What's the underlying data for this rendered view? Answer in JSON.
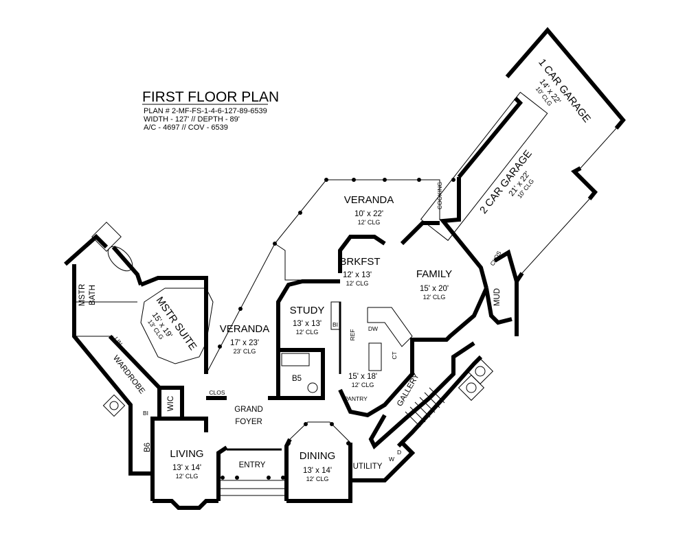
{
  "title": "FIRST FLOOR PLAN",
  "info": {
    "plan": "PLAN # 2-MF-FS-1-4-6-127-89-6539",
    "size": "WIDTH - 127' // DEPTH - 89'",
    "area": "A/C - 4697 // COV - 6539"
  },
  "rooms": {
    "veranda_rear": {
      "name": "VERANDA",
      "dim": "10' x 22'",
      "clg": "12' CLG"
    },
    "brkfst": {
      "name": "BRKFST",
      "dim": "12' x 13'",
      "clg": "12' CLG"
    },
    "family": {
      "name": "FAMILY",
      "dim": "15' x 20'",
      "clg": "12' CLG"
    },
    "study": {
      "name": "STUDY",
      "dim": "13' x 13'",
      "clg": "12' CLG"
    },
    "veranda_side": {
      "name": "VERANDA",
      "dim": "17' x 23'",
      "clg": "23' CLG"
    },
    "mstr_suite": {
      "name": "MSTR SUITE",
      "dim": "15' x 19'",
      "clg": "13' CLG"
    },
    "mstr_bath": {
      "name1": "MSTR",
      "name2": "BATH"
    },
    "wardrobe": {
      "name": "WARDROBE"
    },
    "wic": {
      "name": "WIC"
    },
    "kitchen": {
      "dim": "15' x 18'",
      "clg": "12' CLG"
    },
    "pantry": {
      "name": "PANTRY"
    },
    "gallery": {
      "name": "GALLERY"
    },
    "grand_foyer": {
      "name1": "GRAND",
      "name2": "FOYER"
    },
    "living": {
      "name": "LIVING",
      "dim": "13' x 14'",
      "clg": "12' CLG"
    },
    "entry": {
      "name": "ENTRY"
    },
    "dining": {
      "name": "DINING",
      "dim": "13' x 14'",
      "clg": "12' CLG"
    },
    "utility": {
      "name": "UTILITY"
    },
    "b5": {
      "name": "B5"
    },
    "b6": {
      "name": "B6"
    },
    "clos_foyer": {
      "name": "CLOS"
    },
    "clos_mud": {
      "name": "CLOS"
    },
    "mud": {
      "name": "MUD"
    },
    "cooking": {
      "name": "COOKING"
    },
    "garage1": {
      "name": "1 CAR GARAGE",
      "dim": "14' x 22'",
      "clg": "10' CLG"
    },
    "garage2": {
      "name": "2 CAR GARAGE",
      "dim": "21' x 22'",
      "clg": "10' CLG"
    }
  },
  "fixtures": {
    "bi": "BI",
    "lin": "LIN",
    "ref": "REF",
    "dw": "DW",
    "ct": "CT",
    "washer": "W",
    "dryer": "D"
  }
}
